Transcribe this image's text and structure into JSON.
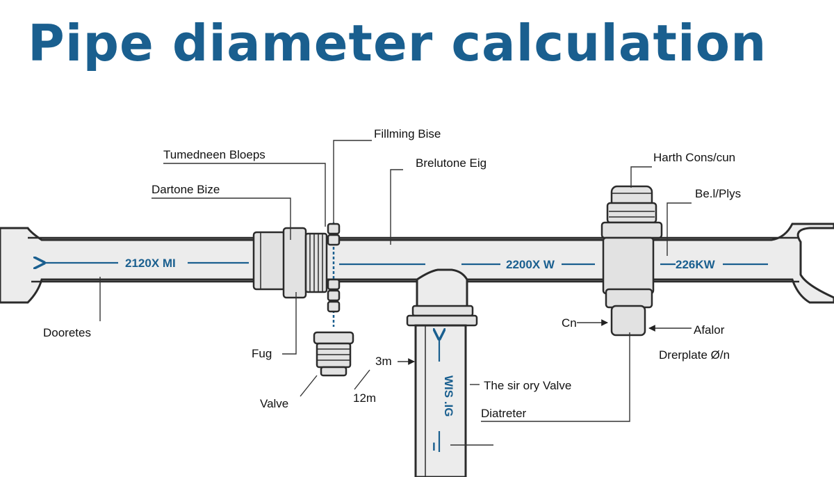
{
  "title": "Pipe diameter calculation",
  "colors": {
    "title": "#1a5f8f",
    "dimension": "#1a5f8f",
    "line": "#2b2b2b"
  },
  "labels": {
    "filming_bise": "Fillming Bise",
    "tumedneen_bloeps": "Tumedneen Bloeps",
    "brelutone_eig": "Brelutone Eig",
    "harth_cons": "Harth Cons/cun",
    "dartone_bize": "Dartone Bize",
    "bel_plys": "Be.l/Plys",
    "dooretes": "Dooretes",
    "cn": "Cn",
    "afalor": "Afalor",
    "fug": "Fug",
    "drerplate": "Drerplate Ø/n",
    "three_m": "3m",
    "the_sir_valve": "The sir ory Valve",
    "twelve_m": "12m",
    "valve": "Valve",
    "diatreter": "Diatreter"
  },
  "dimensions": {
    "left_run": "2120X MI",
    "middle_run": "2200X W",
    "right_run": "226KW",
    "vertical_run": "WIS .IG",
    "bottom_mark": "I"
  }
}
